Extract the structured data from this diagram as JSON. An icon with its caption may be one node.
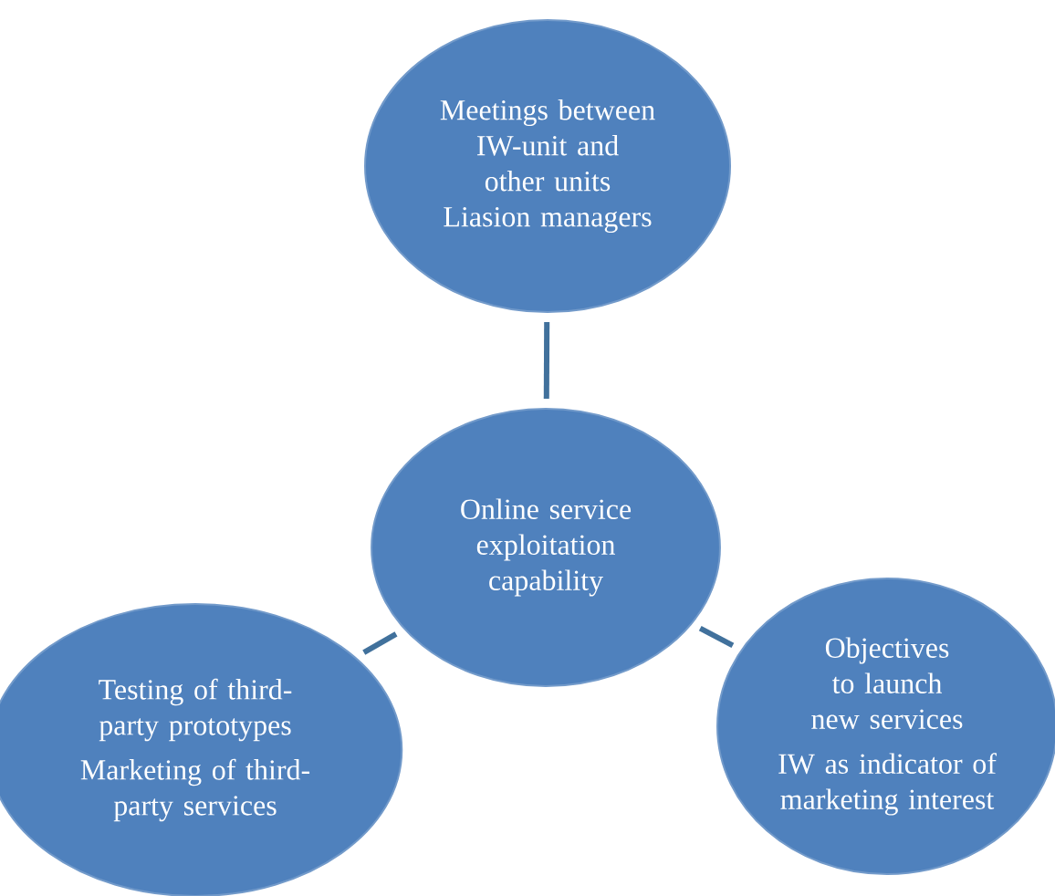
{
  "diagram": {
    "nodes": [
      {
        "text": [
          "Meetings between IW-unit and other units Liasion managers"
        ]
      },
      {
        "text": [
          "Online service exploitation capability"
        ]
      },
      {
        "text": [
          "Testing of third-party prototypes",
          "Marketing of third-party services"
        ]
      },
      {
        "text": [
          "Objectives to launch new services",
          "IW as indicator of marketing interest"
        ]
      }
    ],
    "edges": [
      {
        "from": 1,
        "to": 0,
        "arrow": "none"
      },
      {
        "from": 1,
        "to": 2,
        "arrow": "none"
      },
      {
        "from": 1,
        "to": 3,
        "arrow": "none"
      }
    ]
  }
}
